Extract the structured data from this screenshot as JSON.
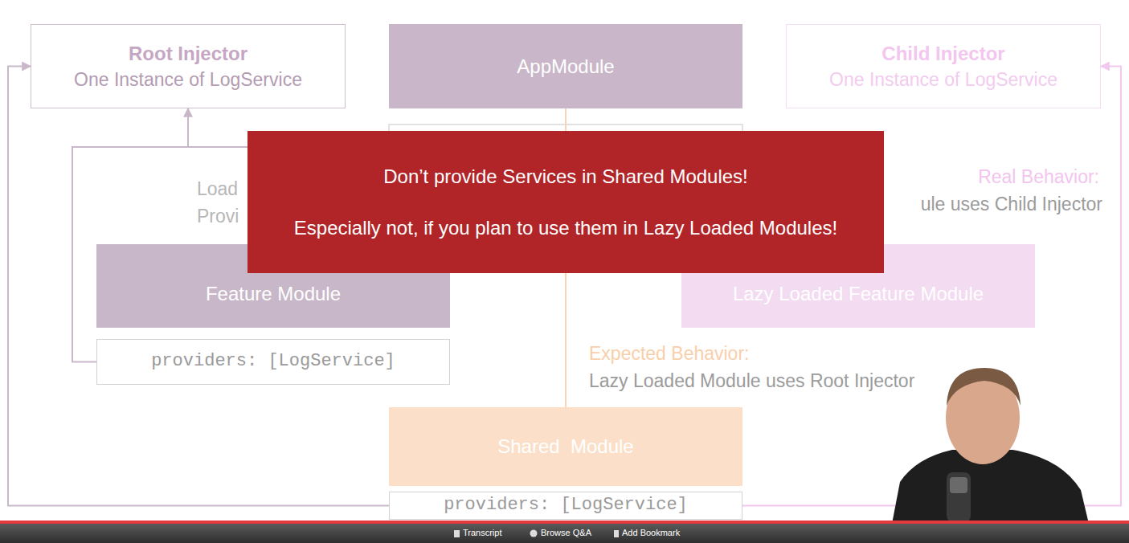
{
  "diagram": {
    "nodes": [
      {
        "text": [
          "Root Injector",
          "One Instance of LogService"
        ]
      },
      {
        "text": [
          "AppModule"
        ]
      },
      {
        "text": [
          "Child Injector",
          "One Instance of LogService"
        ]
      },
      {
        "text": [
          "Don’t provide Services in Shared Modules!",
          "Especially not, if you plan to use them in Lazy Loaded Modules!"
        ]
      },
      {
        "text": [
          "Feature Module"
        ]
      },
      {
        "text": [
          "providers: [LogService]"
        ]
      },
      {
        "text": [
          "Lazy Loaded Feature Module"
        ]
      },
      {
        "text": [
          "Shared  Module"
        ]
      },
      {
        "text": [
          "providers: [LogService]"
        ]
      }
    ],
    "edges": [
      {
        "from": 5,
        "to": 0,
        "arrow": "to"
      },
      {
        "from": 8,
        "to": 0,
        "arrow": "to"
      },
      {
        "from": 8,
        "to": 2,
        "arrow": "to"
      },
      {
        "from": 7,
        "to": 1,
        "arrow": "none"
      }
    ],
    "labels": [
      "Load",
      "Provi",
      "Real Behavior:",
      "ule uses Child Injector",
      "Expected Behavior:",
      "Lazy Loaded Module uses Root Injector",
      "Transcript",
      "Browse Q&A",
      "Add Bookmark"
    ]
  }
}
